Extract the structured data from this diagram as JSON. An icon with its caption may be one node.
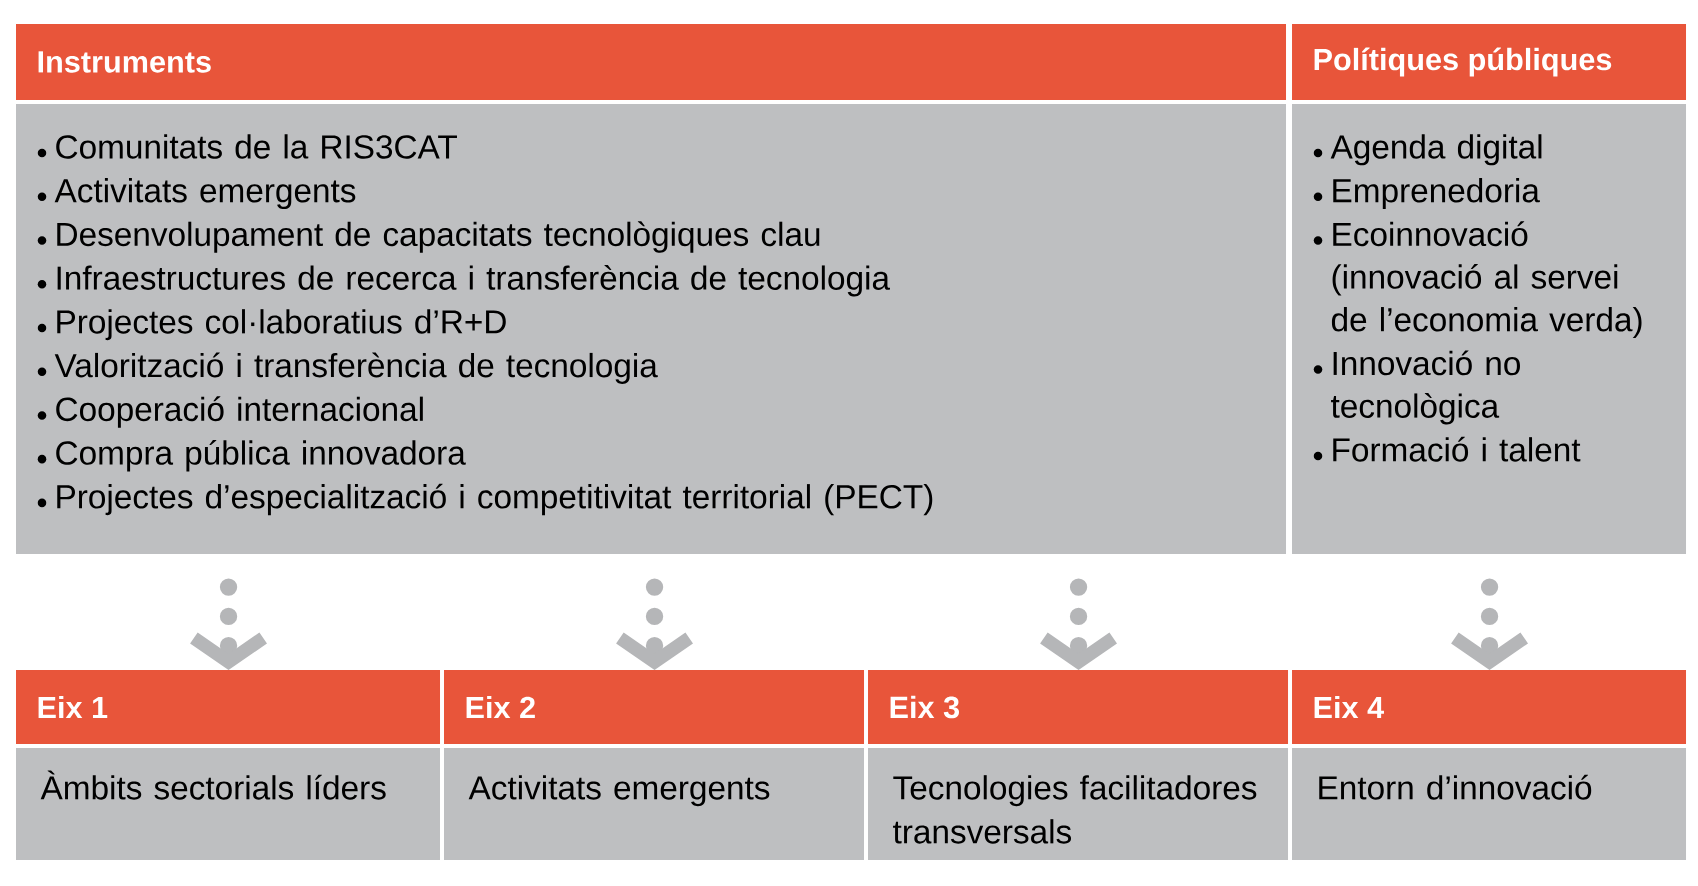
{
  "diagram": {
    "nodes": [
      {
        "text": [
          "Instruments",
          "Comunitats de la RIS3CAT",
          "Activitats emergents",
          "Desenvolupament de capacitats tecnològiques clau",
          "Infraestructures de recerca i transferència de tecnologia",
          "Projectes col·laboratius d’R+D",
          "Valorització i transferència de tecnologia",
          "Cooperació internacional",
          "Compra pública innovadora",
          "Projectes d’especialització i competitivitat territorial (PECT)"
        ]
      },
      {
        "text": [
          "Polítiques públiques",
          "Agenda digital",
          "Emprenedoria",
          "Ecoinnovació (innovació al servei de l’economia verda)",
          "Innovació no tecnològica",
          "Formació i talent"
        ]
      },
      {
        "text": [
          "Eix 1",
          "Àmbits sectorials líders"
        ]
      },
      {
        "text": [
          "Eix 2",
          "Activitats emergents"
        ]
      },
      {
        "text": [
          "Eix 3",
          "Tecnologies facilitadores transversals"
        ]
      },
      {
        "text": [
          "Eix 4",
          "Entorn d’innovació"
        ]
      }
    ],
    "edges": [
      {
        "from": 0,
        "to": 2,
        "arrow": "to"
      },
      {
        "from": 0,
        "to": 3,
        "arrow": "to"
      },
      {
        "from": 0,
        "to": 4,
        "arrow": "to"
      },
      {
        "from": 1,
        "to": 5,
        "arrow": "to"
      }
    ]
  }
}
